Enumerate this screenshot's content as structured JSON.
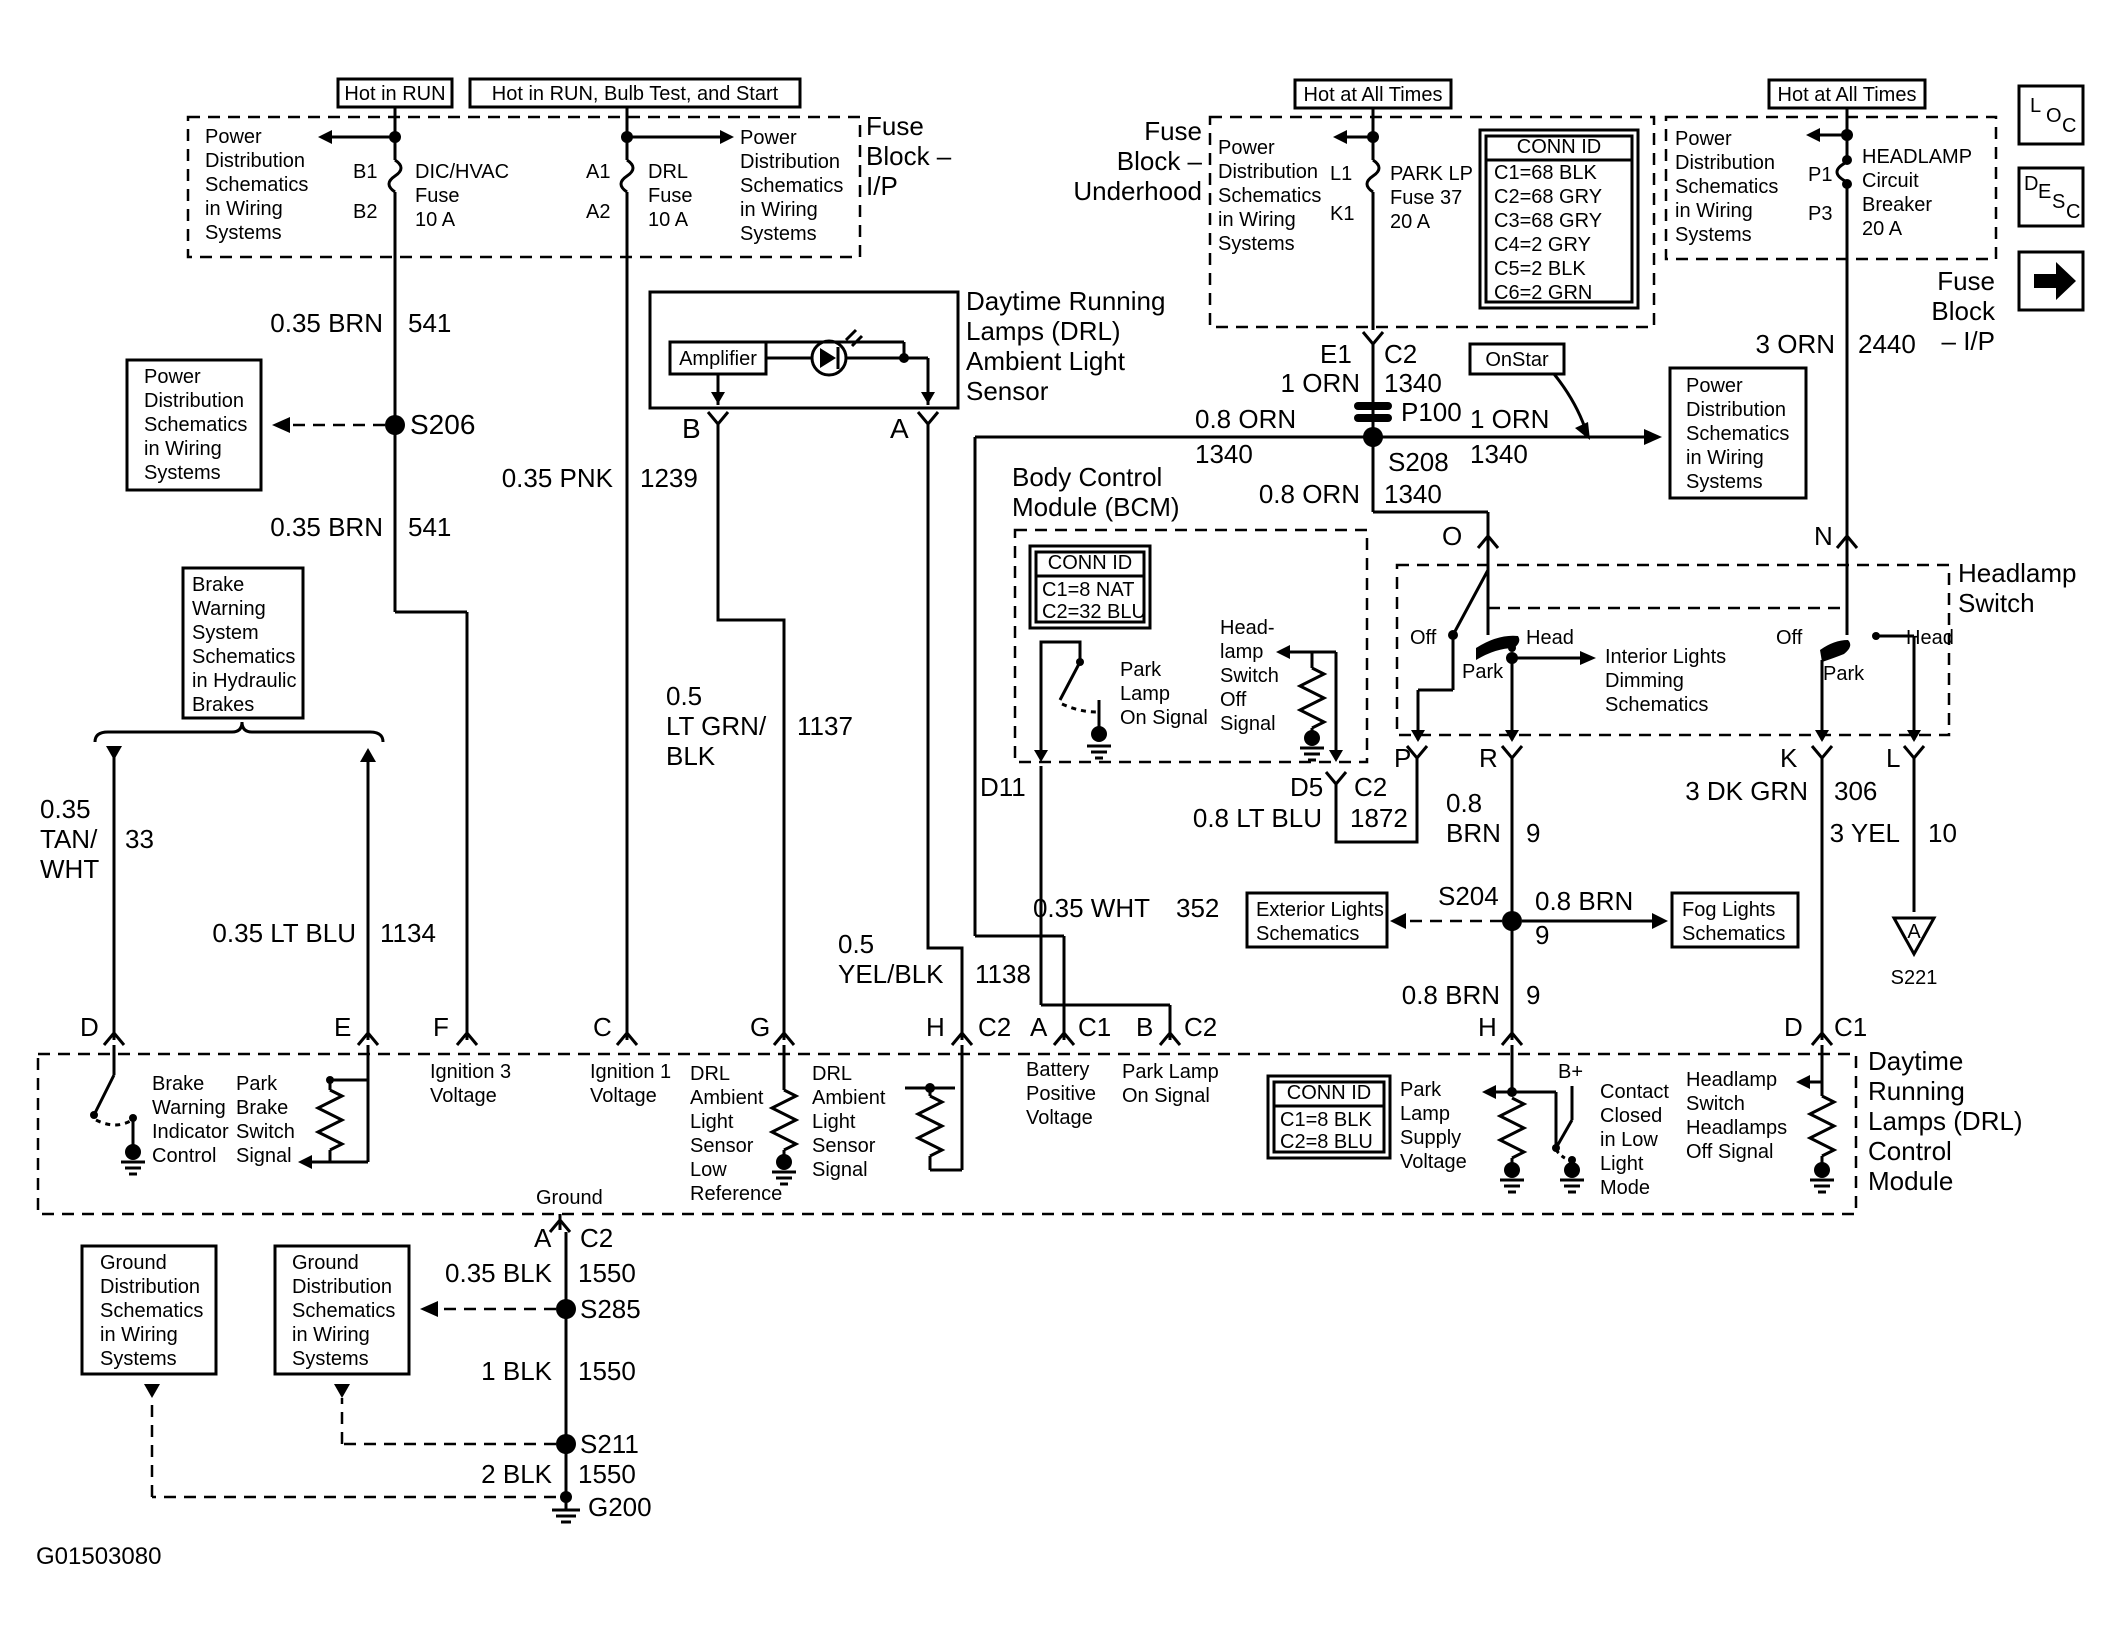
{
  "diagram_id": "G01503080",
  "icons": [
    "loc-icon",
    "desc-icon",
    "next-arrow-icon"
  ],
  "icon_text": {
    "loc": [
      "L",
      "O",
      "C"
    ],
    "desc": [
      "D",
      "E",
      "S",
      "C"
    ]
  },
  "banners": {
    "hot_in_run": "Hot in RUN",
    "hot_in_run_bulb": "Hot in RUN, Bulb Test, and Start",
    "hot_all_times_1": "Hot at All Times",
    "hot_all_times_2": "Hot at All Times"
  },
  "fuse_block_ip": [
    "Fuse",
    "Block –",
    "I/P"
  ],
  "fuse_block_ip2": [
    "Fuse",
    "Block",
    "– I/P"
  ],
  "fuse_block_uh": [
    "Fuse",
    "Block –",
    "Underhood"
  ],
  "pds": [
    "Power",
    "Distribution",
    "Schematics",
    "in Wiring",
    "Systems"
  ],
  "gds": [
    "Ground",
    "Distribution",
    "Schematics",
    "in Wiring",
    "Systems"
  ],
  "brake_sys": [
    "Brake",
    "Warning",
    "System",
    "Schematics",
    "in Hydraulic",
    "Brakes"
  ],
  "fuse_dic": {
    "pin_in": "B1",
    "pin_out": "B2",
    "name": [
      "DIC/HVAC",
      "Fuse",
      "10 A"
    ]
  },
  "fuse_drl": {
    "pin_in": "A1",
    "pin_out": "A2",
    "name": [
      "DRL",
      "Fuse",
      "10 A"
    ]
  },
  "fuse_park": {
    "pin_in": "L1",
    "pin_out": "K1",
    "name": [
      "PARK LP",
      "Fuse 37",
      "20 A"
    ]
  },
  "fuse_head": {
    "pin_in": "P1",
    "pin_out": "P3",
    "name": [
      "HEADLAMP",
      "Circuit",
      "Breaker",
      "20 A"
    ]
  },
  "conn_underhood": {
    "title": "CONN ID",
    "rows": [
      "C1=68 BLK",
      "C2=68 GRY",
      "C3=68 GRY",
      "C4=2 GRY",
      "C5=2 BLK",
      "C6=2 GRN"
    ]
  },
  "conn_bcm": {
    "title": "CONN ID",
    "rows": [
      "C1=8 NAT",
      "C2=32 BLU"
    ]
  },
  "conn_drl": {
    "title": "CONN ID",
    "rows": [
      "C1=8 BLK",
      "C2=8 BLU"
    ]
  },
  "sensor": {
    "title": [
      "Daytime Running",
      "Lamps (DRL)",
      "Ambient Light",
      "Sensor"
    ],
    "amplifier": "Amplifier",
    "pin_b": "B",
    "pin_a": "A"
  },
  "bcm": {
    "title": [
      "Body Control",
      "Module (BCM)"
    ],
    "park_signal": [
      "Park",
      "Lamp",
      "On Signal"
    ],
    "headlamp_signal": [
      "Head-",
      "lamp",
      "Switch",
      "Off",
      "Signal"
    ],
    "pin_d11": "D11",
    "pin_d5": "D5",
    "conn_c2": "C2"
  },
  "headlamp_switch": {
    "title": [
      "Headlamp",
      "Switch"
    ],
    "off": "Off",
    "head": "Head",
    "park": "Park",
    "interior": [
      "Interior Lights",
      "Dimming",
      "Schematics"
    ],
    "pins": {
      "O": "O",
      "N": "N",
      "P": "P",
      "R": "R",
      "K": "K",
      "L": "L"
    }
  },
  "splices": {
    "s206": "S206",
    "s208": "S208",
    "s204": "S204",
    "s285": "S285",
    "s211": "S211",
    "g200": "G200",
    "p100": "P100",
    "s221": "S221",
    "s221_letter": "A"
  },
  "onstar": "OnStar",
  "ext_lights": [
    "Exterior Lights",
    "Schematics"
  ],
  "fog_lights": [
    "Fog Lights",
    "Schematics"
  ],
  "wires": {
    "brn541a": {
      "color": "0.35 BRN",
      "num": "541"
    },
    "brn541b": {
      "color": "0.35 BRN",
      "num": "541"
    },
    "pnk1239": {
      "color": "0.35 PNK",
      "num": "1239"
    },
    "ltgrn1137": {
      "color": [
        "0.5",
        "LT GRN/",
        "BLK"
      ],
      "num": "1137"
    },
    "yelblk1138": {
      "color": [
        "0.5",
        "YEL/BLK"
      ],
      "num": "1138"
    },
    "tanwht33": {
      "color": [
        "0.35",
        "TAN/",
        "WHT"
      ],
      "num": "33"
    },
    "ltblu1134": {
      "color": "0.35 LT BLU",
      "num": "1134"
    },
    "orn1340a": {
      "color": "1 ORN",
      "num": "1340"
    },
    "orn1340b": {
      "color": "0.8 ORN",
      "num": "1340"
    },
    "orn1340c": {
      "color": "1 ORN",
      "num": "1340"
    },
    "orn1340d": {
      "color": "0.8 ORN",
      "num": "1340"
    },
    "orn2440": {
      "color": "3 ORN",
      "num": "2440"
    },
    "ltblu1872": {
      "color": "0.8 LT BLU",
      "num": "1872"
    },
    "brn9a": {
      "color": [
        "0.8",
        "BRN"
      ],
      "num": "9"
    },
    "brn9b": {
      "color": "0.8 BRN",
      "num": "9"
    },
    "brn9c": {
      "color": "0.8 BRN",
      "num": "9"
    },
    "dkgrn306": {
      "color": "3 DK GRN",
      "num": "306"
    },
    "yel10": {
      "color": "3 YEL",
      "num": "10"
    },
    "wht352": {
      "color": "0.35 WHT",
      "num": "352"
    },
    "blk1550a": {
      "color": "0.35 BLK",
      "num": "1550"
    },
    "blk1550b": {
      "color": "1 BLK",
      "num": "1550"
    },
    "blk1550c": {
      "color": "2 BLK",
      "num": "1550"
    }
  },
  "connector_labels": {
    "e1": "E1",
    "c2_top": "C2"
  },
  "drl_module": {
    "title": [
      "Daytime",
      "Running",
      "Lamps (DRL)",
      "Control",
      "Module"
    ],
    "pins": [
      {
        "letter": "D",
        "conn": ""
      },
      {
        "letter": "E",
        "conn": ""
      },
      {
        "letter": "F",
        "conn": ""
      },
      {
        "letter": "C",
        "conn": ""
      },
      {
        "letter": "G",
        "conn": ""
      },
      {
        "letter": "H",
        "conn": "C2"
      },
      {
        "letter": "A",
        "conn": "C1"
      },
      {
        "letter": "B",
        "conn": "C2"
      },
      {
        "letter": "H",
        "conn": ""
      },
      {
        "letter": "D",
        "conn": "C1"
      }
    ],
    "functions": {
      "brake_warn": [
        "Brake",
        "Warning",
        "Indicator",
        "Control"
      ],
      "park_brake": [
        "Park",
        "Brake",
        "Switch",
        "Signal"
      ],
      "ign3": [
        "Ignition 3",
        "Voltage"
      ],
      "ign1": [
        "Ignition 1",
        "Voltage"
      ],
      "drl_low": [
        "DRL",
        "Ambient",
        "Light",
        "Sensor",
        "Low",
        "Reference"
      ],
      "drl_sig": [
        "DRL",
        "Ambient",
        "Light",
        "Sensor",
        "Signal"
      ],
      "battery": [
        "Battery",
        "Positive",
        "Voltage"
      ],
      "park_on": [
        "Park Lamp",
        "On Signal"
      ],
      "park_supply": [
        "Park",
        "Lamp",
        "Supply",
        "Voltage"
      ],
      "b_plus": "B+",
      "contact": [
        "Contact",
        "Closed",
        "in Low",
        "Light",
        "Mode"
      ],
      "hl_off": [
        "Headlamp",
        "Switch",
        "Headlamps",
        "Off Signal"
      ]
    },
    "ground_label": "Ground",
    "ground_pin": "A",
    "ground_conn": "C2"
  }
}
